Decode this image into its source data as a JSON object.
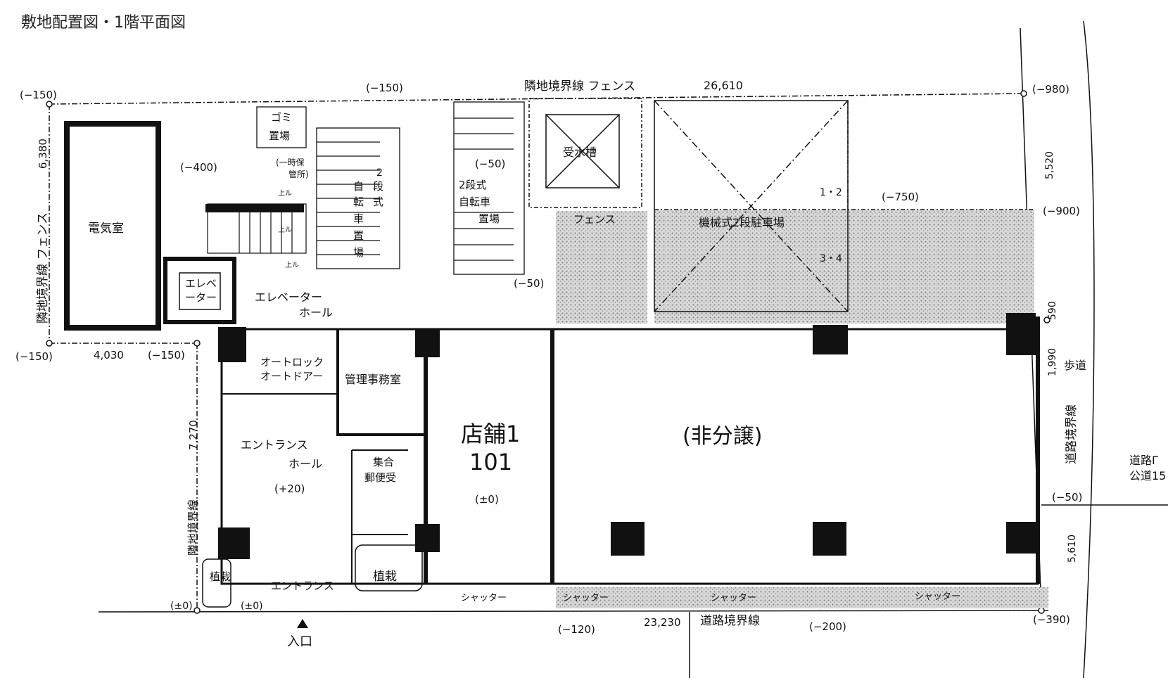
{
  "title": "敷地配置図・1階平面図",
  "colors": {
    "line": "#111111",
    "wall": "#111111",
    "hatch": "#9a9a9a",
    "background": "#ffffff"
  },
  "boundaries": {
    "top": "隣地境界線 フェンス",
    "left": "隣地境界線 フェンス",
    "left_lower": "隣地境界線",
    "right": "道路境界線",
    "bottom": "道路境界線"
  },
  "dimensions": {
    "top_length": "26,610",
    "left_top": "6,380",
    "left_lower": "7,270",
    "left_bottom": "4,030",
    "right_top": "5,520",
    "right_mid1": "590",
    "right_mid2": "1,990",
    "right_bottom": "5,610",
    "bottom_length": "23,230"
  },
  "levels": {
    "tl": "(−150)",
    "top_mid": "(−150)",
    "tr": "(−980)",
    "right_upper": "(−900)",
    "right_mid": "(−50)",
    "br": "(−390)",
    "bottom_mid1": "(−120)",
    "bottom_mid2": "(−200)",
    "bl1": "(−150)",
    "bl2": "(−150)",
    "entrance_left": "(±0)",
    "entrance_right": "(±0)",
    "hall": "(+20)",
    "shop": "(±0)",
    "parking": "(−750)",
    "bike2": "(−50)",
    "lower": "(−50)",
    "elec_door": "(−400)"
  },
  "rooms": {
    "electric": "電気室",
    "elevator_l1": "エレベ",
    "elevator_l2": "ーター",
    "elevator_hall_l1": "エレベーター",
    "elevator_hall_l2": "ホール",
    "autolock_l1": "オートロック",
    "autolock_l2": "オートドアー",
    "office": "管理事務室",
    "entrance_hall_l1": "エントランス",
    "entrance_hall_l2": "ホール",
    "mailbox_l1": "集合",
    "mailbox_l2": "郵便受",
    "planting": "植栽",
    "entrance": "エントランス",
    "entry_mark": "入口",
    "garbage_l1": "ゴミ",
    "garbage_l2": "置場",
    "temporary": "(一時保",
    "temporary2": "管所)",
    "bike1_a": "2",
    "bike1_b": "段",
    "bike1_c": "式",
    "bike1_col": [
      "自",
      "転",
      "車",
      "置",
      "場"
    ],
    "bike2_l1": "2段式",
    "bike2_l2": "自転車",
    "bike2_l3": "置場",
    "water_tank": "受水槽",
    "fence": "フェンス",
    "parking": "機械式2段駐車場",
    "parking_12": "1・2",
    "parking_34": "3・4",
    "shop_name": "店舗1",
    "shop_number": "101",
    "unsold": "(非分譲)",
    "shutter": "シャッター",
    "sidewalk": "歩道",
    "road_l1": "道路Γ",
    "road_l2": "公道15",
    "up": "上ル",
    "planting_vertical": "植栽"
  }
}
